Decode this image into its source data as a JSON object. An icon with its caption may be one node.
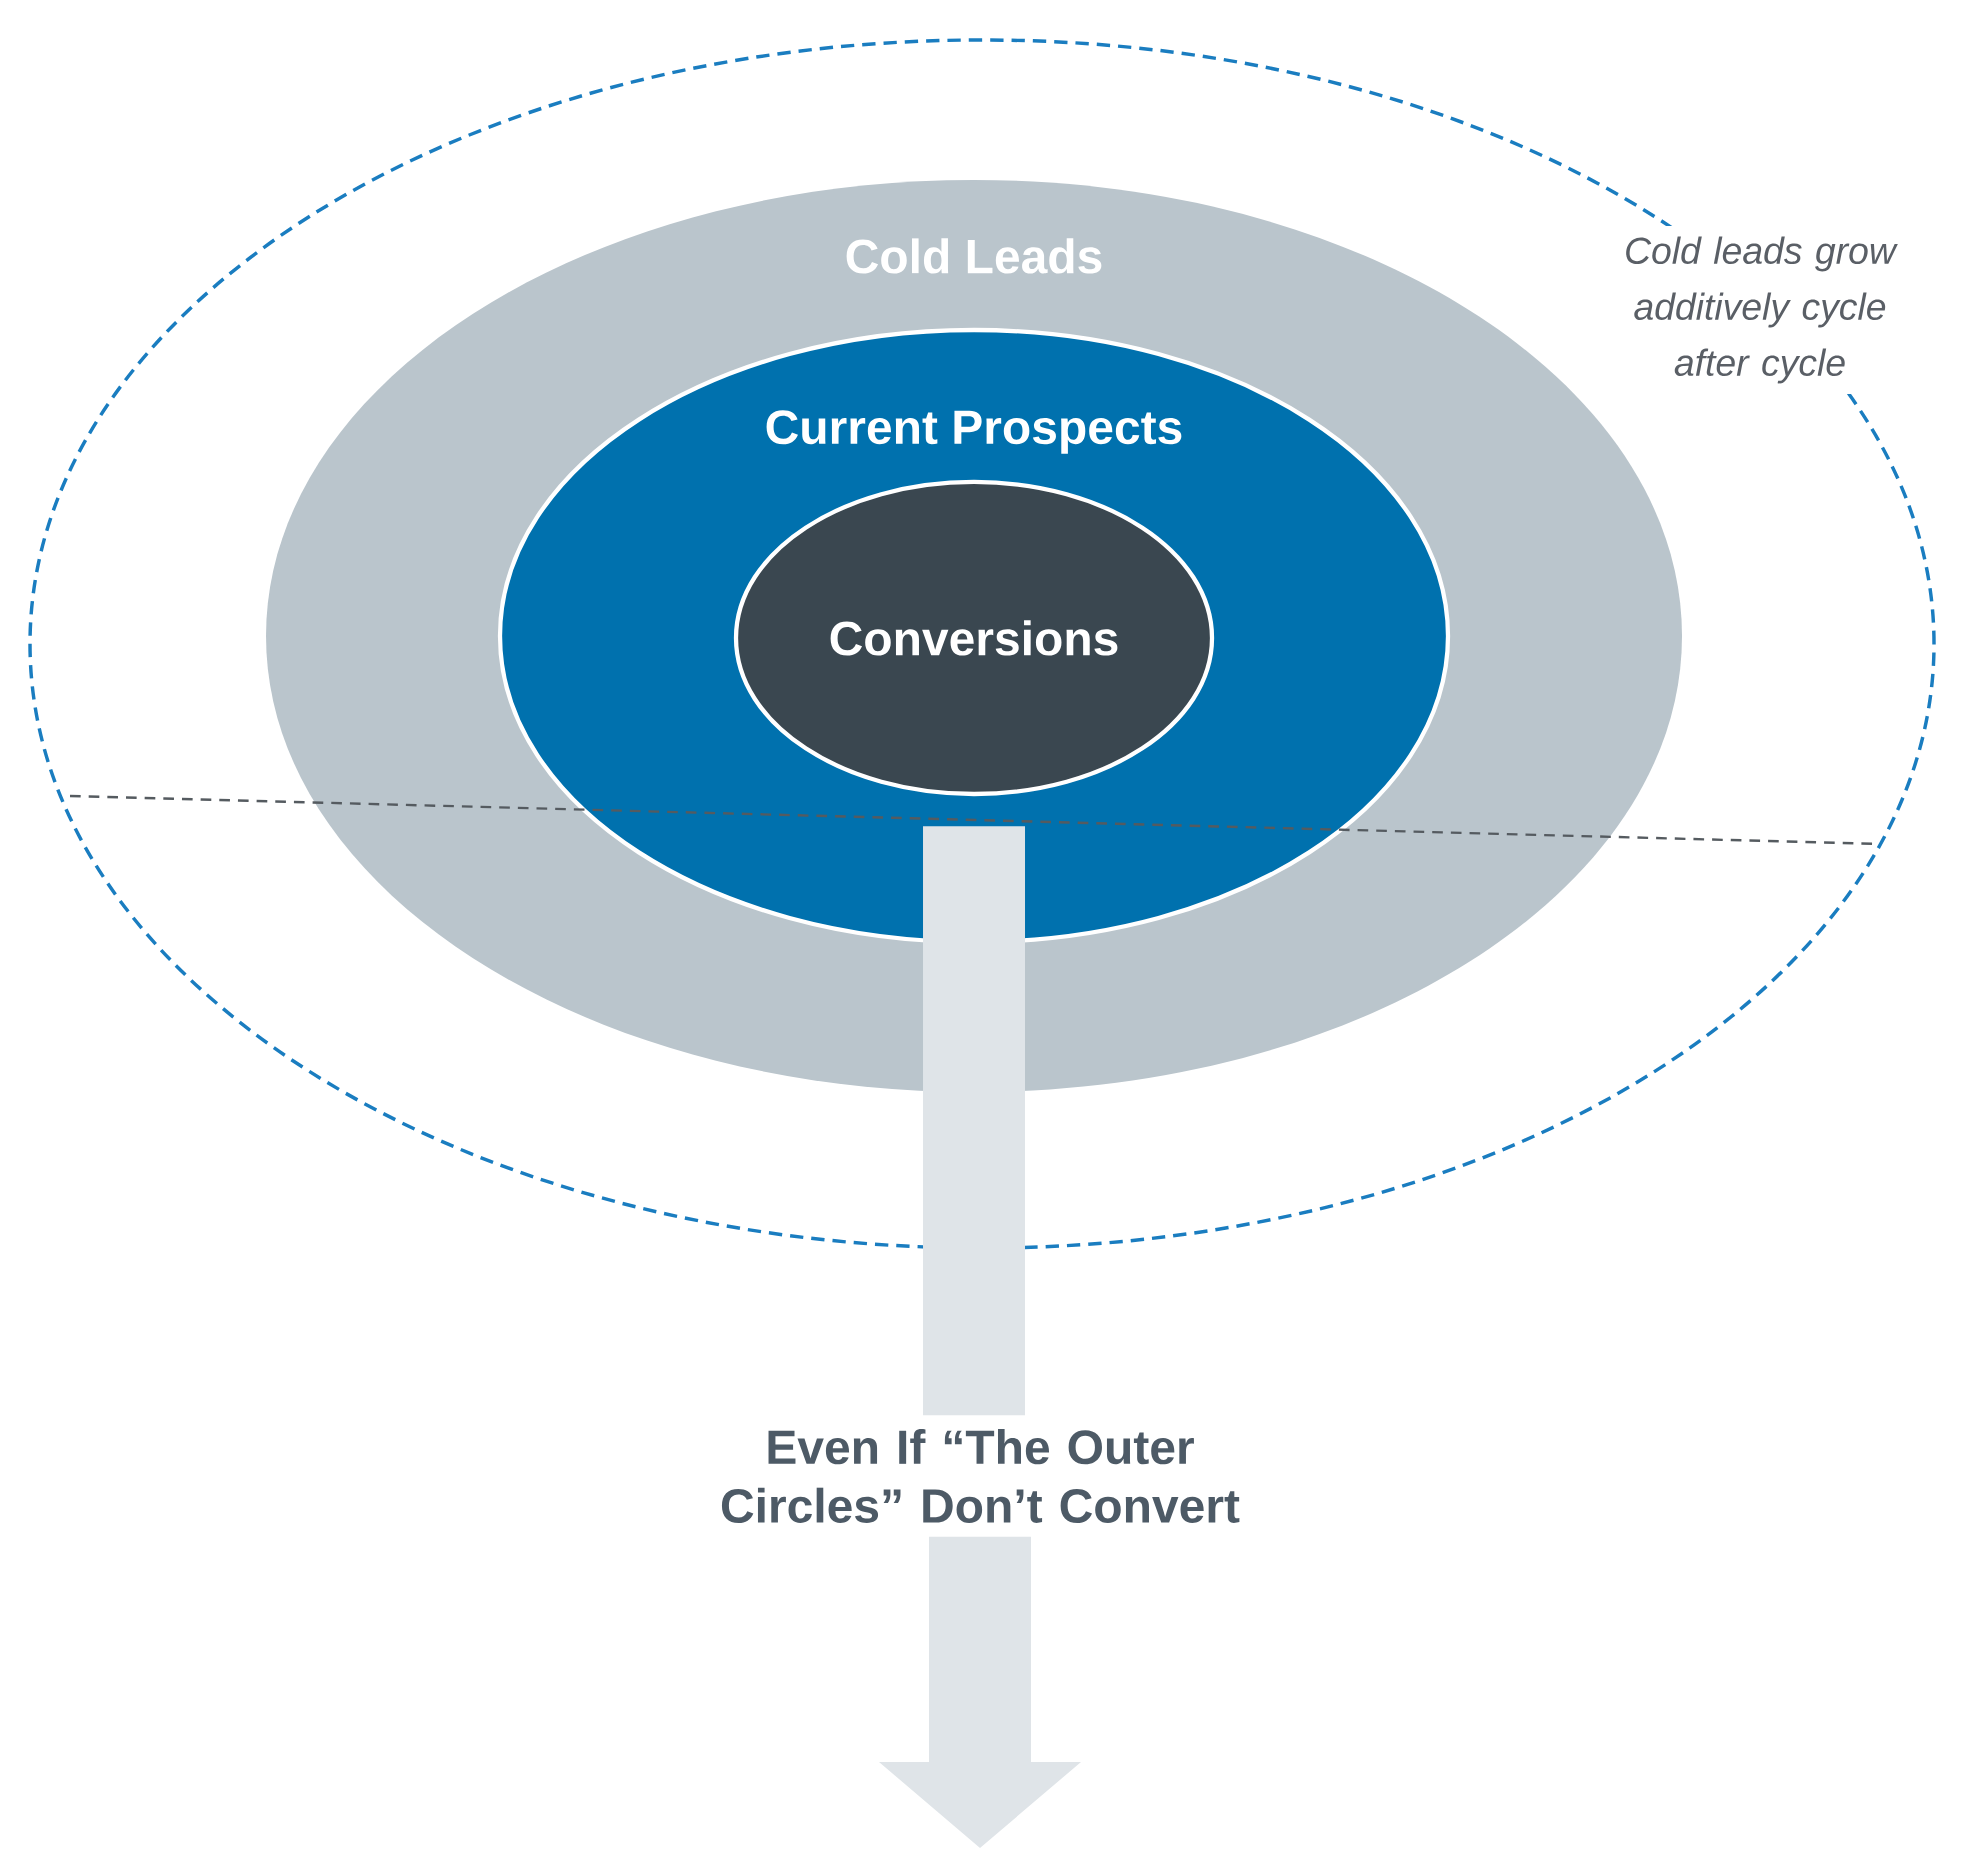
{
  "diagram": {
    "nodes": [
      {
        "text": [],
        "shape": "circle",
        "beside": [
          "Cold leads grow additively cycle after cycle"
        ]
      },
      {
        "text": [
          "Cold Leads"
        ],
        "in": 0
      },
      {
        "text": [
          "Current Prospects"
        ],
        "in": 1
      },
      {
        "text": [
          "Conversions"
        ],
        "in": 2
      },
      {
        "text": [
          "Even If “The Outer Circles” Don’t Convert"
        ]
      }
    ],
    "edges": [
      {
        "from": 3,
        "to": 4,
        "arrow": "none"
      },
      {
        "from": 4,
        "to": null,
        "arrow": "to"
      }
    ]
  }
}
